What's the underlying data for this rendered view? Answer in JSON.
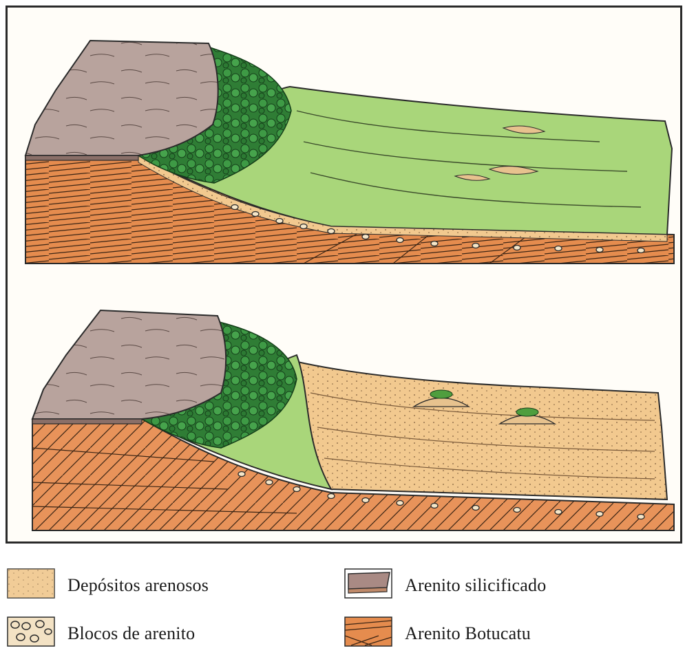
{
  "legend": {
    "items": [
      {
        "label": "Depósitos arenosos",
        "swatch": "sandy-deposits-swatch",
        "color": "#f1d3a3"
      },
      {
        "label": "Blocos de arenito",
        "swatch": "sandstone-blocks-swatch",
        "color": "#f3e2c4"
      },
      {
        "label": "Arenito silicificado",
        "swatch": "silicified-sandstone-swatch",
        "color": "#a98a84"
      },
      {
        "label": "Arenito Botucatu",
        "swatch": "botucatu-sandstone-swatch",
        "color": "#e58c4e"
      }
    ]
  },
  "colors": {
    "plateau": "#b8a39d",
    "forest": "#2e7d32",
    "grass": "#a9d67a",
    "sand": "#f2c98f",
    "rock": "#e58c4e",
    "outline": "#2a2a2a"
  }
}
